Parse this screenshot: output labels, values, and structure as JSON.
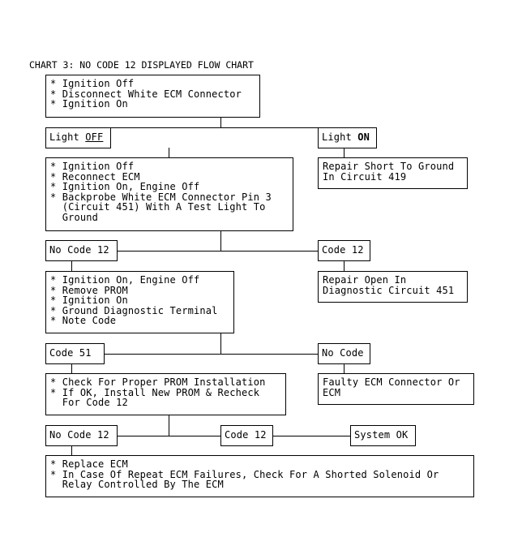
{
  "title": "CHART 3: NO CODE 12 DISPLAYED FLOW CHART",
  "steps": {
    "s1": [
      "* Ignition Off",
      "* Disconnect White ECM Connector",
      "* Ignition On"
    ],
    "s2": [
      "* Ignition Off",
      "* Reconnect ECM",
      "* Ignition On, Engine Off",
      "* Backprobe White ECM Connector Pin 3",
      "  (Circuit 451) With A Test Light To",
      "  Ground"
    ],
    "s3": [
      "* Ignition On, Engine Off",
      "* Remove PROM",
      "* Ignition On",
      "* Ground Diagnostic Terminal",
      "* Note Code"
    ],
    "s4": [
      "* Check For Proper PROM Installation",
      "* If OK, Install New PROM & Recheck",
      "  For Code 12"
    ],
    "s5": [
      "* Replace ECM",
      "* In Case Of Repeat ECM Failures, Check For A Shorted Solenoid Or",
      "  Relay Controlled By The ECM"
    ]
  },
  "results": {
    "r1": [
      "Repair Short To Ground",
      "In Circuit 419"
    ],
    "r2": [
      "Repair Open In",
      "Diagnostic Circuit 451"
    ],
    "r3": [
      "Faulty ECM Connector Or",
      "ECM"
    ]
  },
  "labels": {
    "light_off_prefix": "Light ",
    "light_off_word": "OFF",
    "light_on_prefix": "Light ",
    "light_on_word": "ON",
    "no_code_12_a": "No Code 12",
    "code_12_a": "Code 12",
    "code_51": "Code 51",
    "no_code": "No Code",
    "no_code_12_b": "No Code 12",
    "code_12_b": "Code 12",
    "system_ok": "System OK"
  }
}
